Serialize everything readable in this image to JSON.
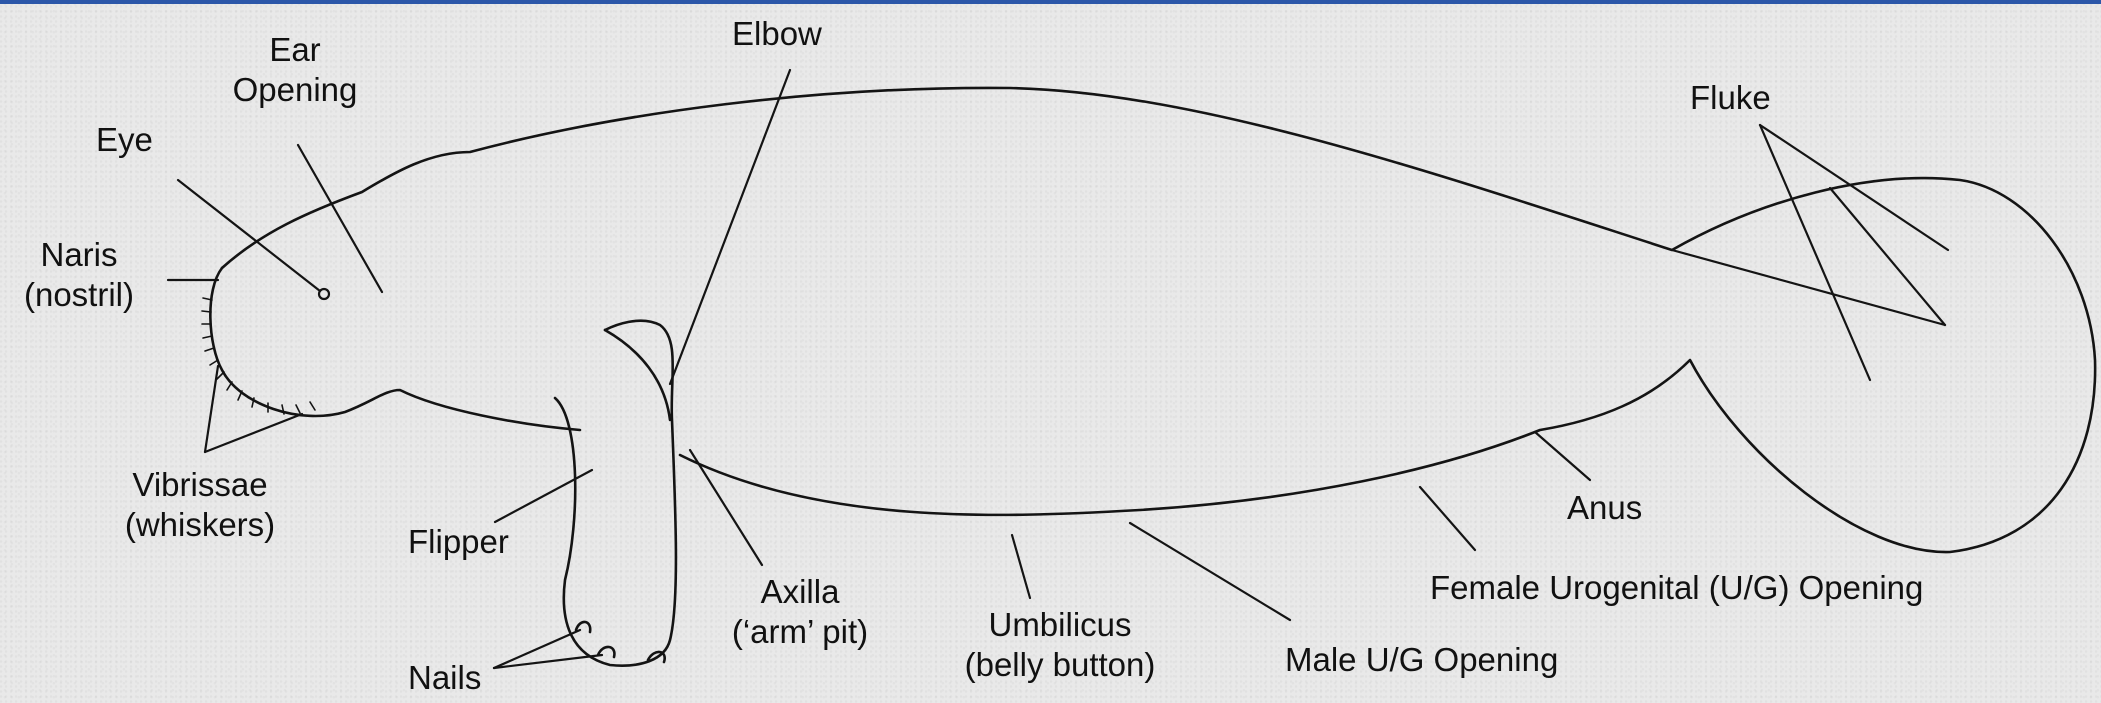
{
  "diagram": {
    "labels": {
      "ear_opening": {
        "line1": "Ear",
        "line2": "Opening"
      },
      "eye": "Eye",
      "naris": {
        "line1": "Naris",
        "line2": "(nostril)"
      },
      "vibrissae": {
        "line1": "Vibrissae",
        "line2": "(whiskers)"
      },
      "elbow": "Elbow",
      "fluke": "Fluke",
      "flipper": "Flipper",
      "nails": "Nails",
      "axilla": {
        "line1": "Axilla",
        "line2": "(‘arm’ pit)"
      },
      "umbilicus": {
        "line1": "Umbilicus",
        "line2": "(belly button)"
      },
      "male_ug": "Male U/G Opening",
      "anus": "Anus",
      "female_ug": "Female Urogenital (U/G) Opening"
    },
    "colors": {
      "ink": "#141414",
      "background": "#e9e9e9",
      "top_bar": "#2c57a9"
    }
  }
}
